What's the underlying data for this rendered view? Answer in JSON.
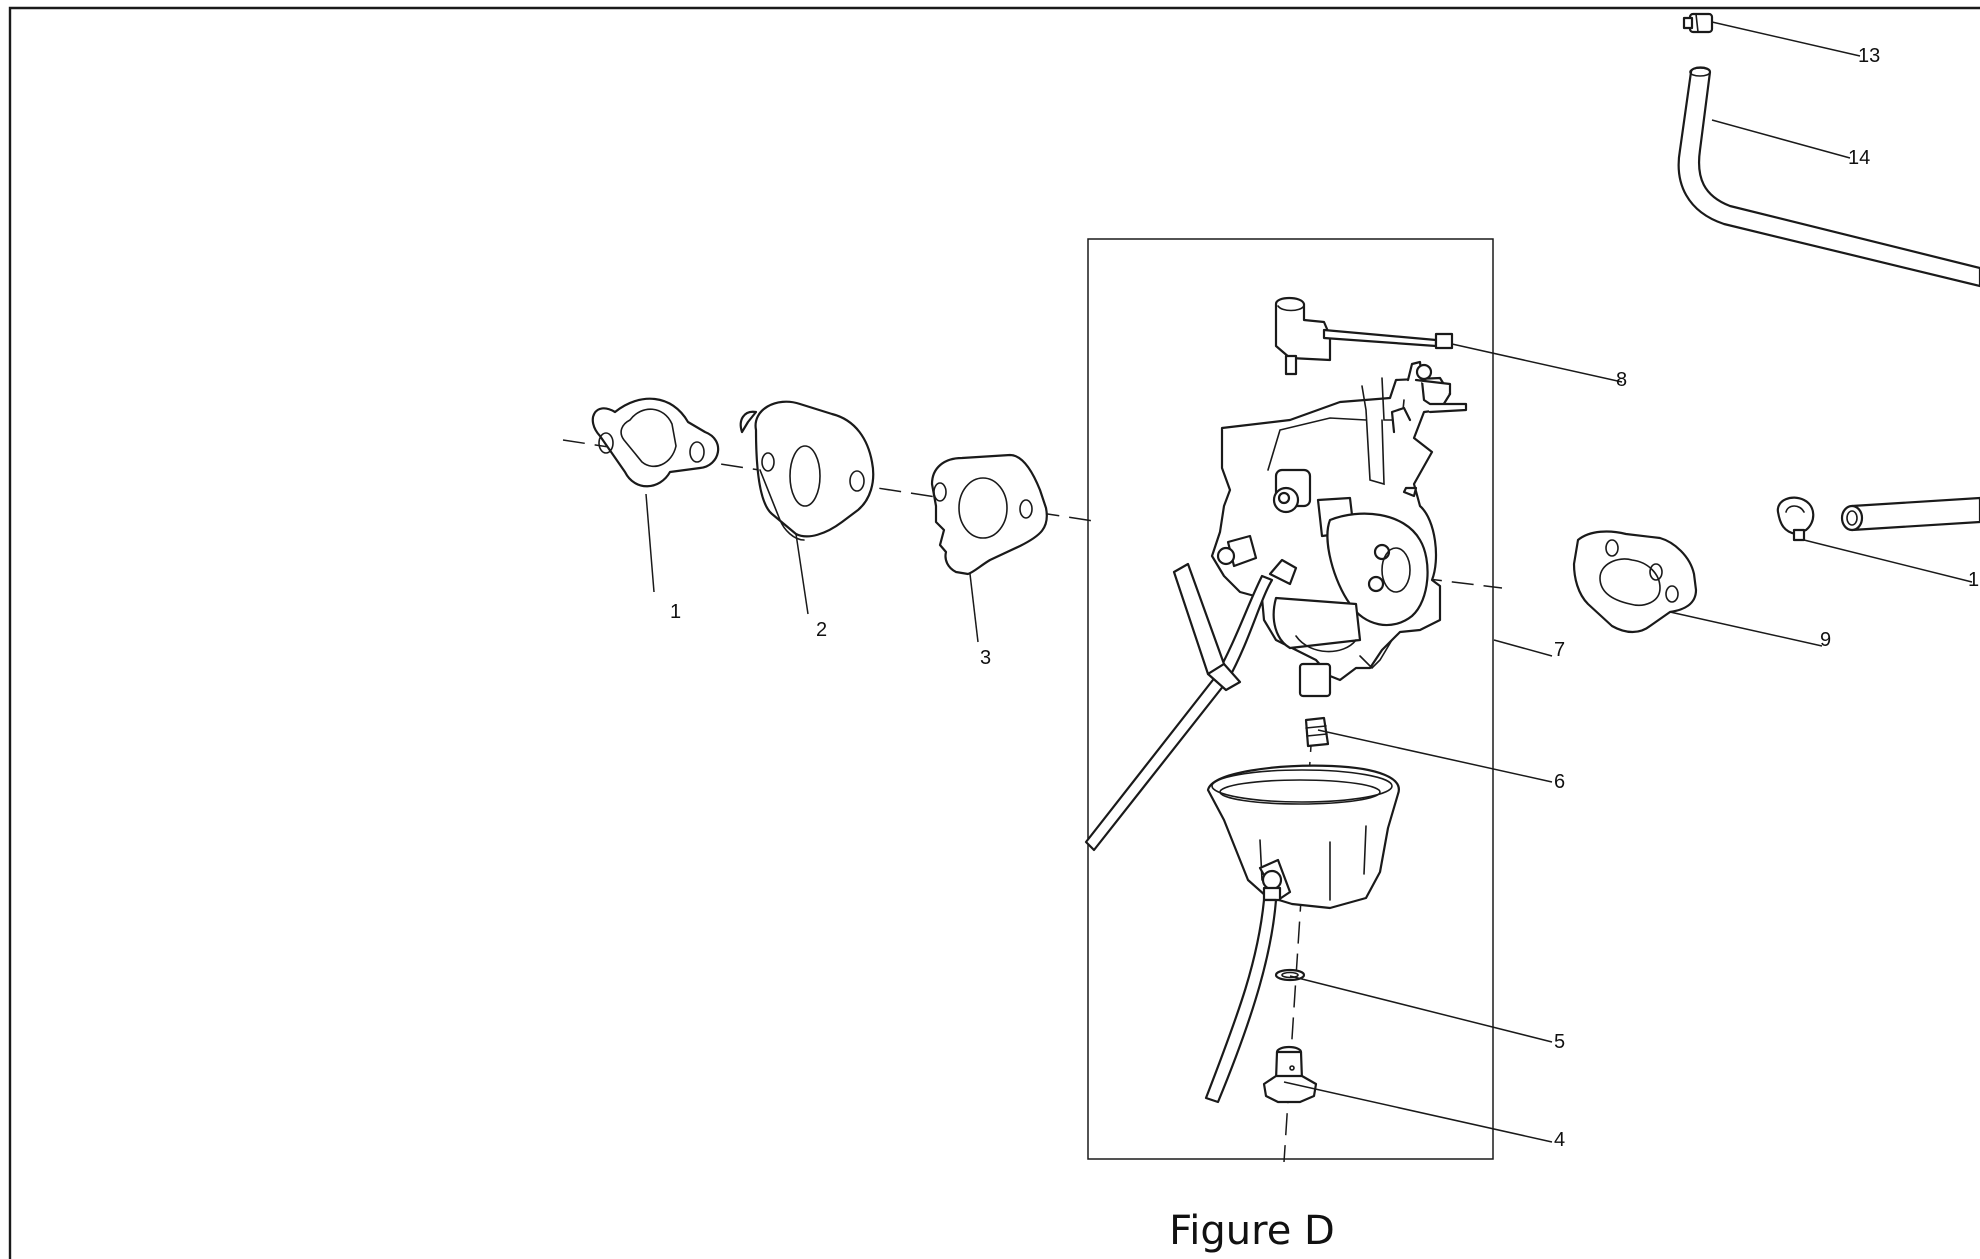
{
  "figure": {
    "caption": "Figure D",
    "callouts": {
      "c1": "1",
      "c2": "2",
      "c3": "3",
      "c4": "4",
      "c5": "5",
      "c6": "6",
      "c7": "7",
      "c8": "8",
      "c9": "9",
      "c13": "13",
      "c14": "14",
      "c15_partial": "1"
    }
  },
  "colors": {
    "line": "#1a1a1a",
    "background": "#ffffff"
  }
}
